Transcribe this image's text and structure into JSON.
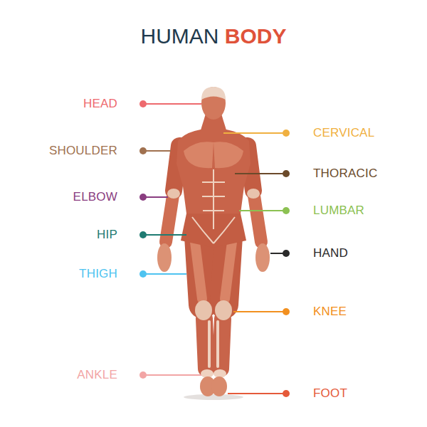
{
  "diagram": {
    "title": "HUMAN BODY",
    "labels": [
      "HEAD",
      "CERVICAL",
      "SHOULDER",
      "THORACIC",
      "ELBOW",
      "LUMBAR",
      "HIP",
      "HAND",
      "THIGH",
      "KNEE",
      "ANKLE",
      "FOOT"
    ]
  }
}
